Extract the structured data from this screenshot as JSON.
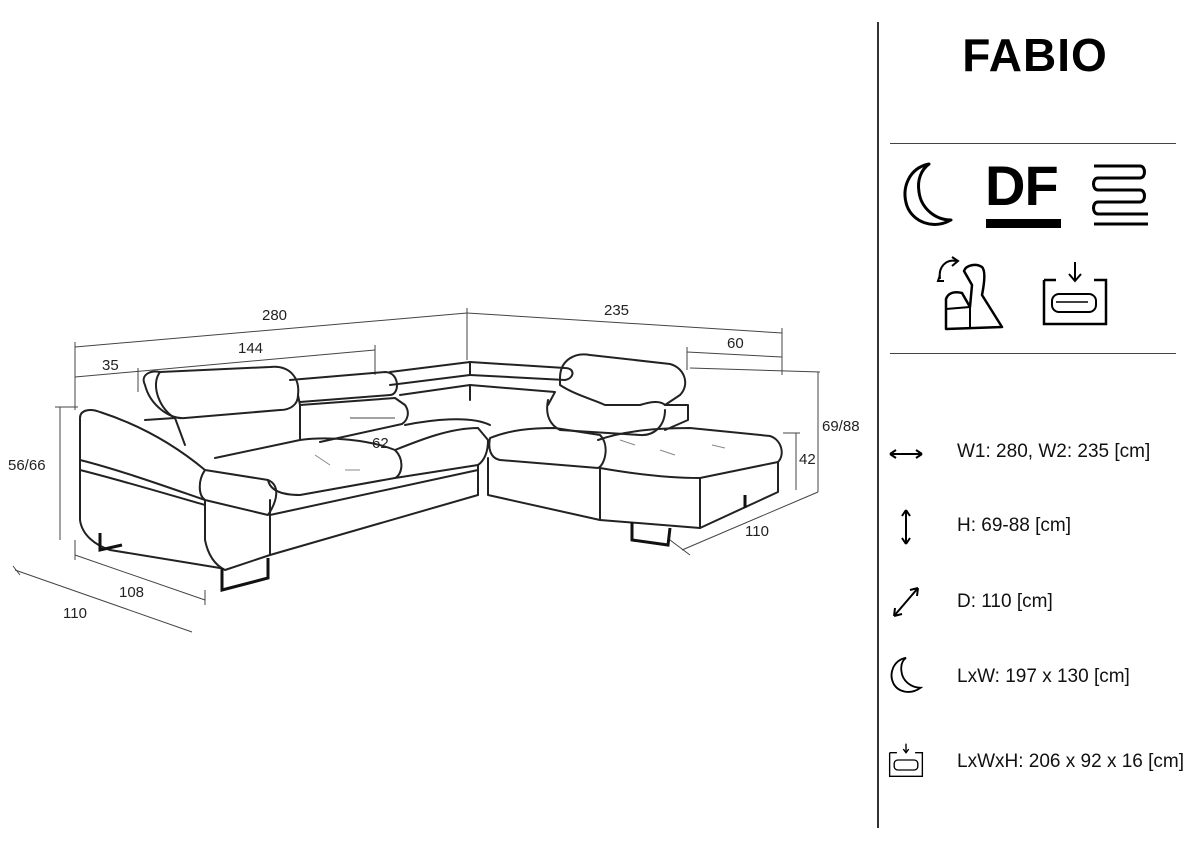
{
  "product": {
    "name": "FABIO"
  },
  "features": [
    {
      "icon": "moon-icon",
      "label": ""
    },
    {
      "icon": "df-icon",
      "label": "DF"
    },
    {
      "icon": "spring-icon",
      "label": ""
    },
    {
      "icon": "adjustable-headrest-icon",
      "label": ""
    },
    {
      "icon": "storage-container-icon",
      "label": ""
    }
  ],
  "dimensions_drawing": {
    "total_width_left": "280",
    "total_width_right": "235",
    "armrest_width": "35",
    "seat_section_width": "144",
    "chaise_section": "60",
    "back_height_right": "69/88",
    "seat_height_right": "42",
    "depth_right": "110",
    "back_height_left": "56/66",
    "depth_left_inner": "108",
    "depth_left_outer": "110",
    "seat_depth": "62"
  },
  "specs": [
    {
      "icon": "width-arrow-icon",
      "text": "W1: 280, W2: 235 [cm]"
    },
    {
      "icon": "height-arrow-icon",
      "text": "H: 69-88 [cm]"
    },
    {
      "icon": "depth-arrow-icon",
      "text": "D: 110 [cm]"
    },
    {
      "icon": "moon-icon",
      "text": "LxW: 197 x 130 [cm]"
    },
    {
      "icon": "storage-container-icon",
      "text": "LxWxH: 206 x 92 x 16 [cm]"
    }
  ]
}
